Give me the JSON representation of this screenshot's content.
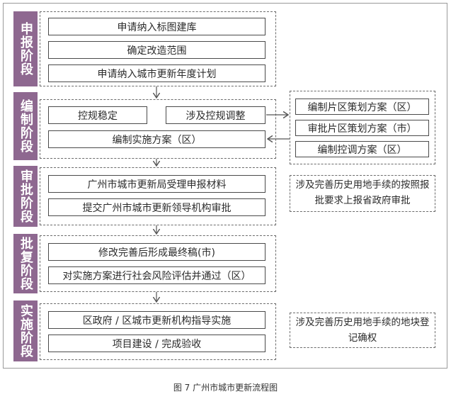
{
  "stages": [
    {
      "id": "apply",
      "label": "申报阶段"
    },
    {
      "id": "prepare",
      "label": "编制阶段"
    },
    {
      "id": "review",
      "label": "审批阶段"
    },
    {
      "id": "reply",
      "label": "批复阶段"
    },
    {
      "id": "implement",
      "label": "实施阶段"
    }
  ],
  "apply": {
    "step1": "申请纳入标图建库",
    "step2": "确定改造范围",
    "step3": "申请纳入城市更新年度计划"
  },
  "prepare": {
    "stable": "控规稳定",
    "adjust": "涉及控规调整",
    "plan": "编制实施方案（区）",
    "side": [
      "编制片区策划方案（区）",
      "审批片区策划方案（市）",
      "编制控调方案（区）"
    ]
  },
  "review": {
    "step1": "广州市城市更新局受理申报材料",
    "step2": "提交广州市城市更新领导机构审批",
    "note": "涉及完善历史用地手续的按照报批要求上报省政府审批"
  },
  "reply": {
    "step1": "修改完善后形成最终稿(市)",
    "step2": "对实施方案进行社会风险评估并通过（区）"
  },
  "implement": {
    "step1": "区政府 / 区城市更新机构指导实施",
    "step2": "项目建设 / 完成验收",
    "note": "涉及完善历史用地手续的地块登记确权"
  },
  "caption": "图 7   广州市城市更新流程图"
}
